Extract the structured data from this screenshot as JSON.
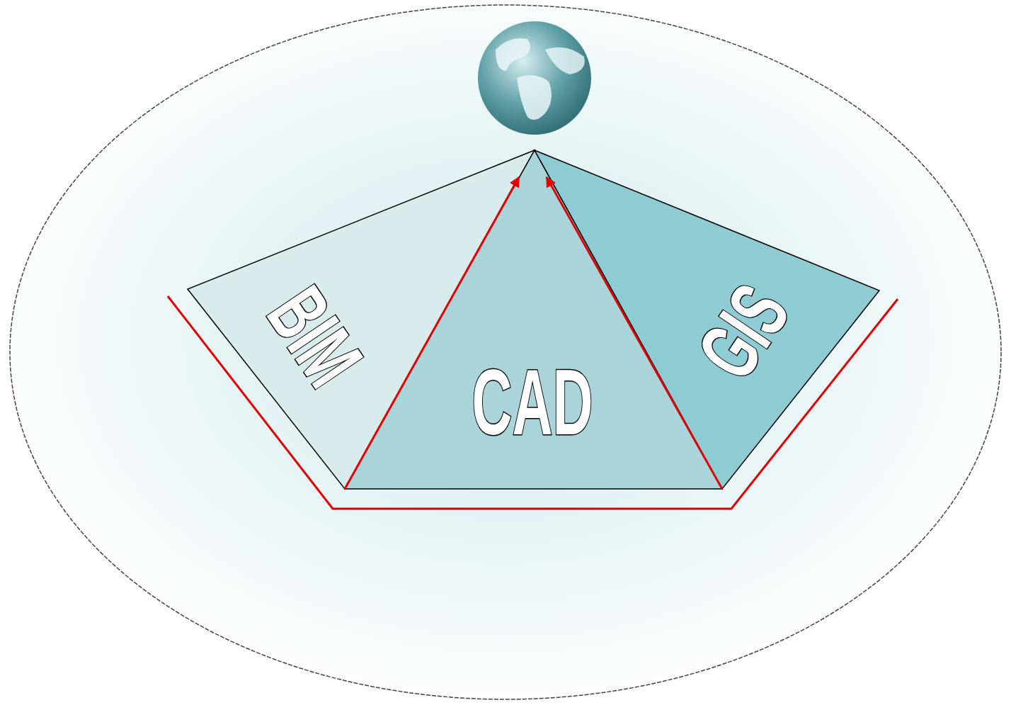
{
  "diagram": {
    "nodes": [
      {
        "text": [
          "BIM"
        ]
      },
      {
        "text": [
          "CAD"
        ]
      },
      {
        "text": [
          "GIS"
        ]
      }
    ]
  }
}
